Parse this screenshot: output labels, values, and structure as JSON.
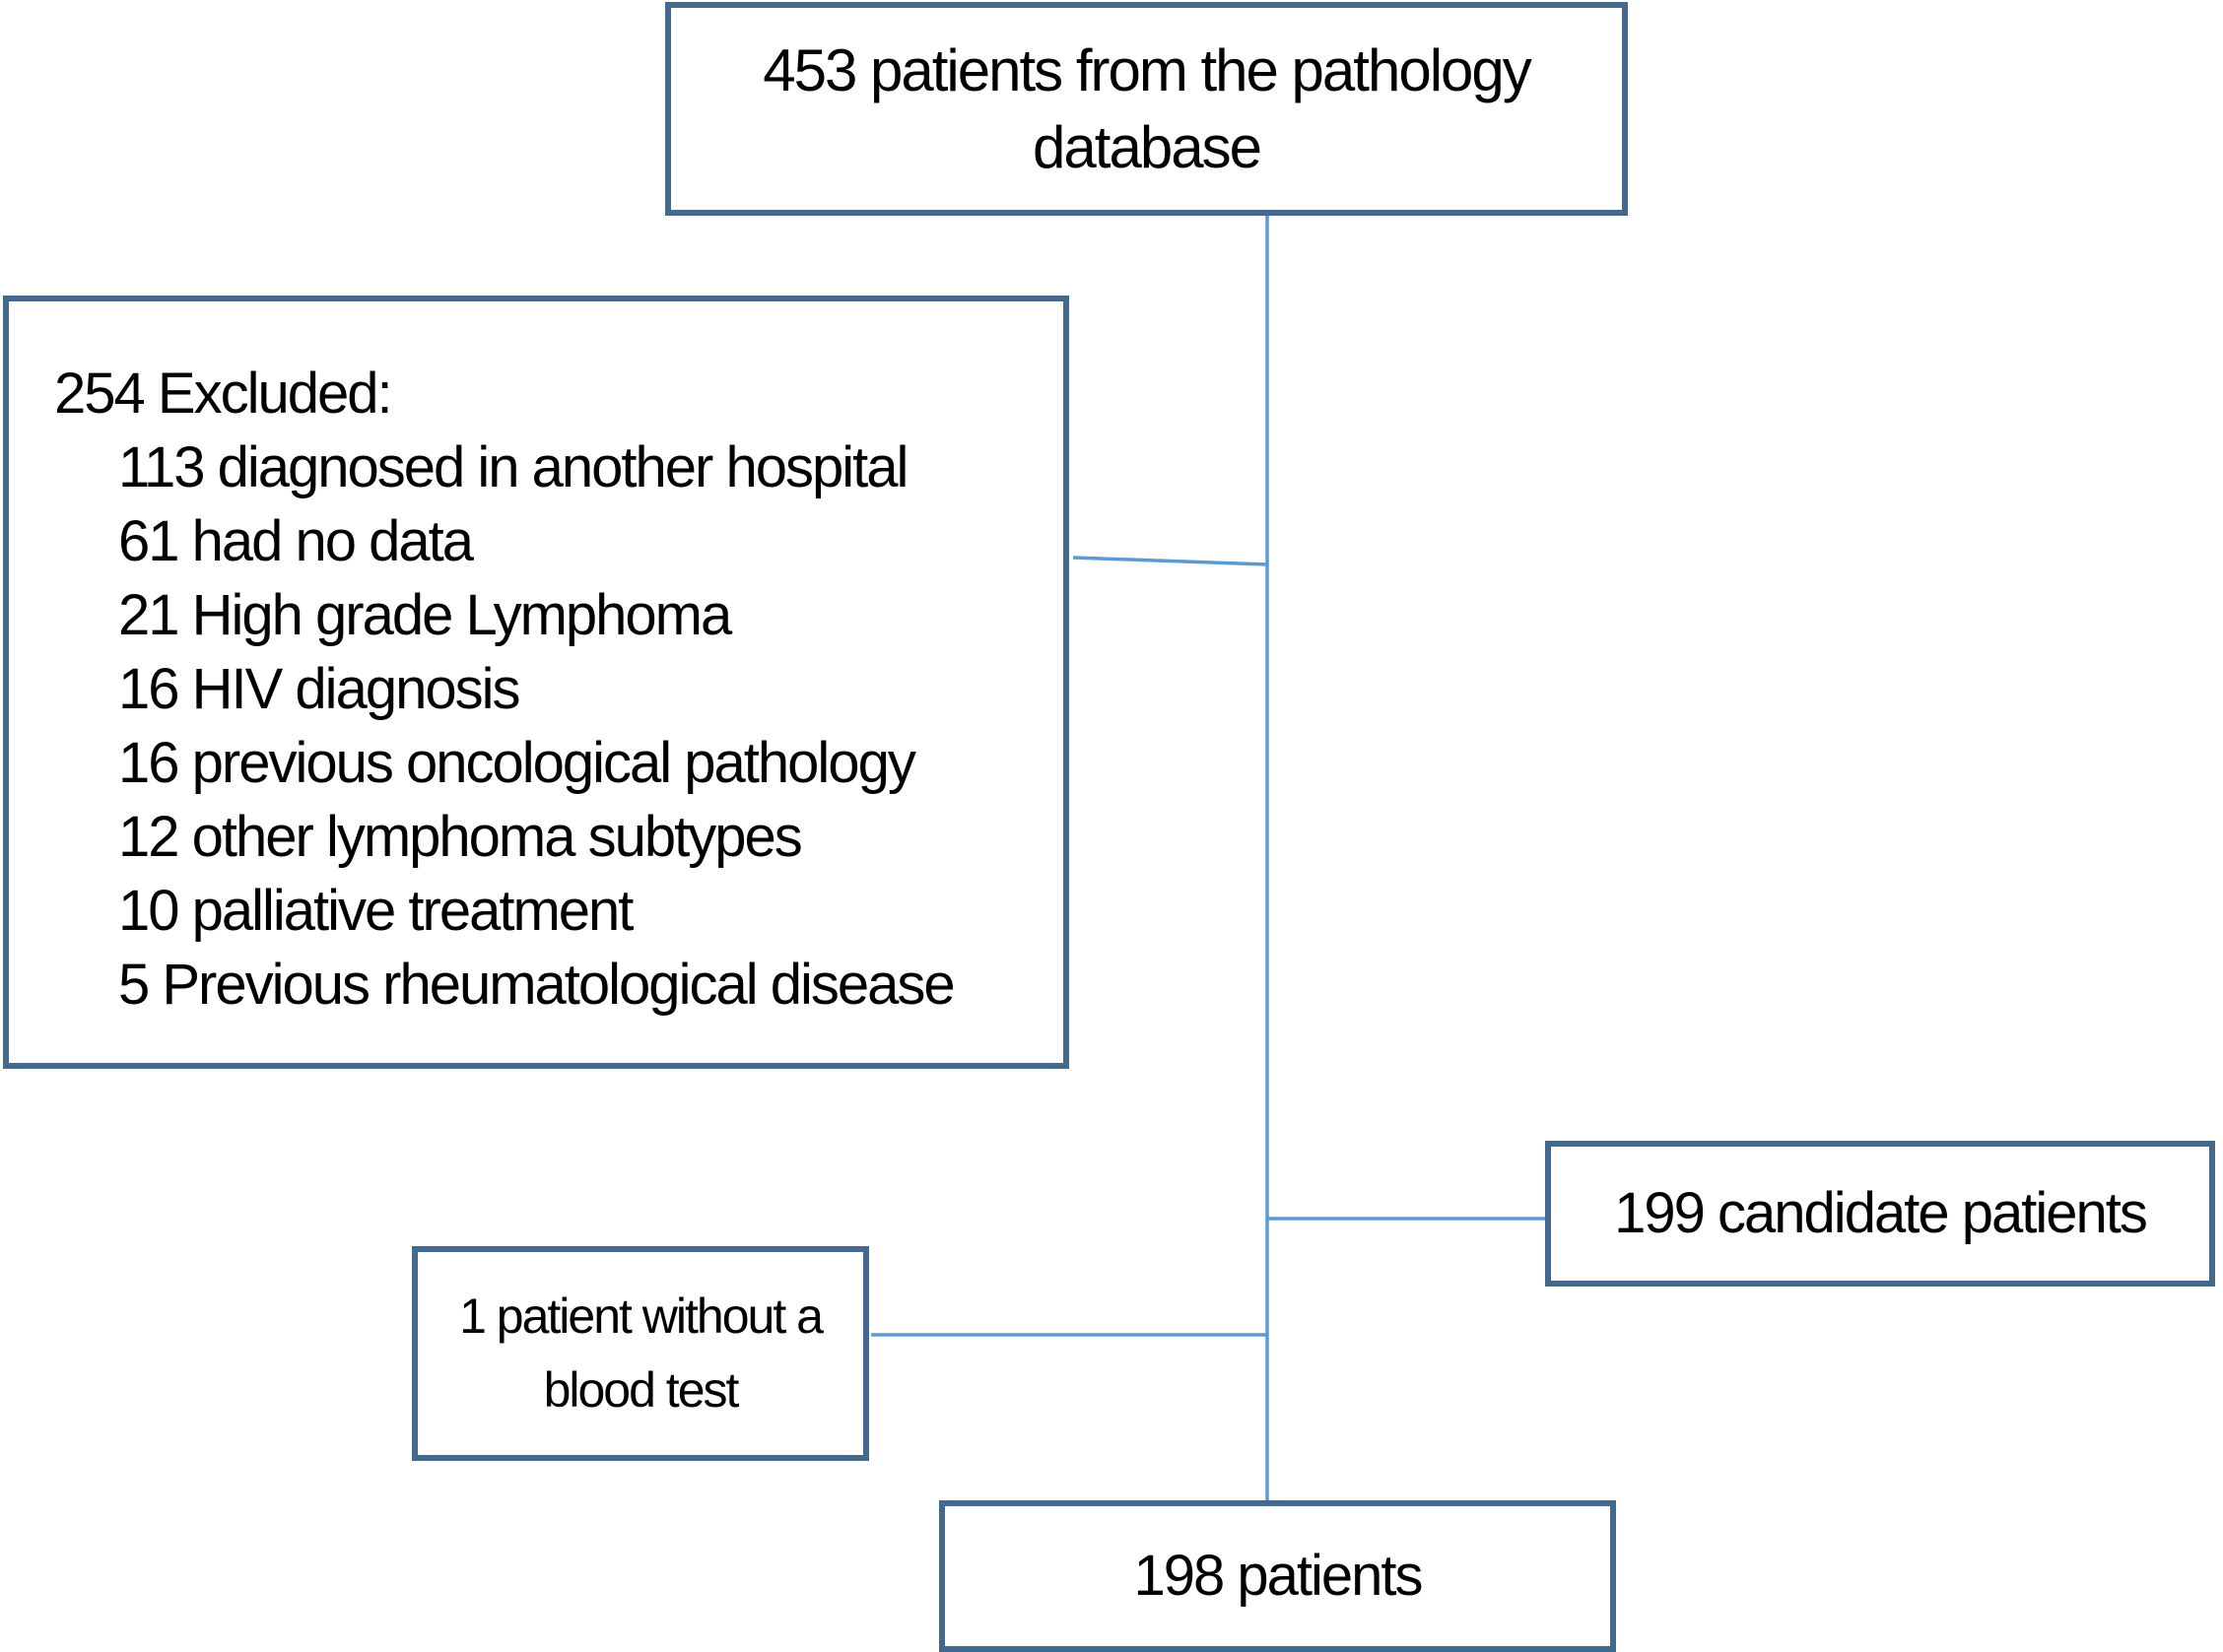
{
  "colors": {
    "box_border": "#44698E",
    "connector": "#5B9BD5",
    "text": "#000000",
    "background": "#FFFFFF"
  },
  "boxes": {
    "source": {
      "text": "453 patients from the pathology database"
    },
    "excluded": {
      "heading": "254 Excluded:",
      "items": [
        "113 diagnosed in another hospital",
        "61 had no data",
        "21 High grade Lymphoma",
        "16 HIV diagnosis",
        "16 previous oncological pathology",
        "12 other lymphoma subtypes",
        "10 palliative treatment",
        "5 Previous rheumatological disease"
      ]
    },
    "candidates": {
      "text": "199 candidate patients"
    },
    "no_blood_test": {
      "text": "1 patient without a blood test"
    },
    "final": {
      "text": "198 patients"
    }
  }
}
